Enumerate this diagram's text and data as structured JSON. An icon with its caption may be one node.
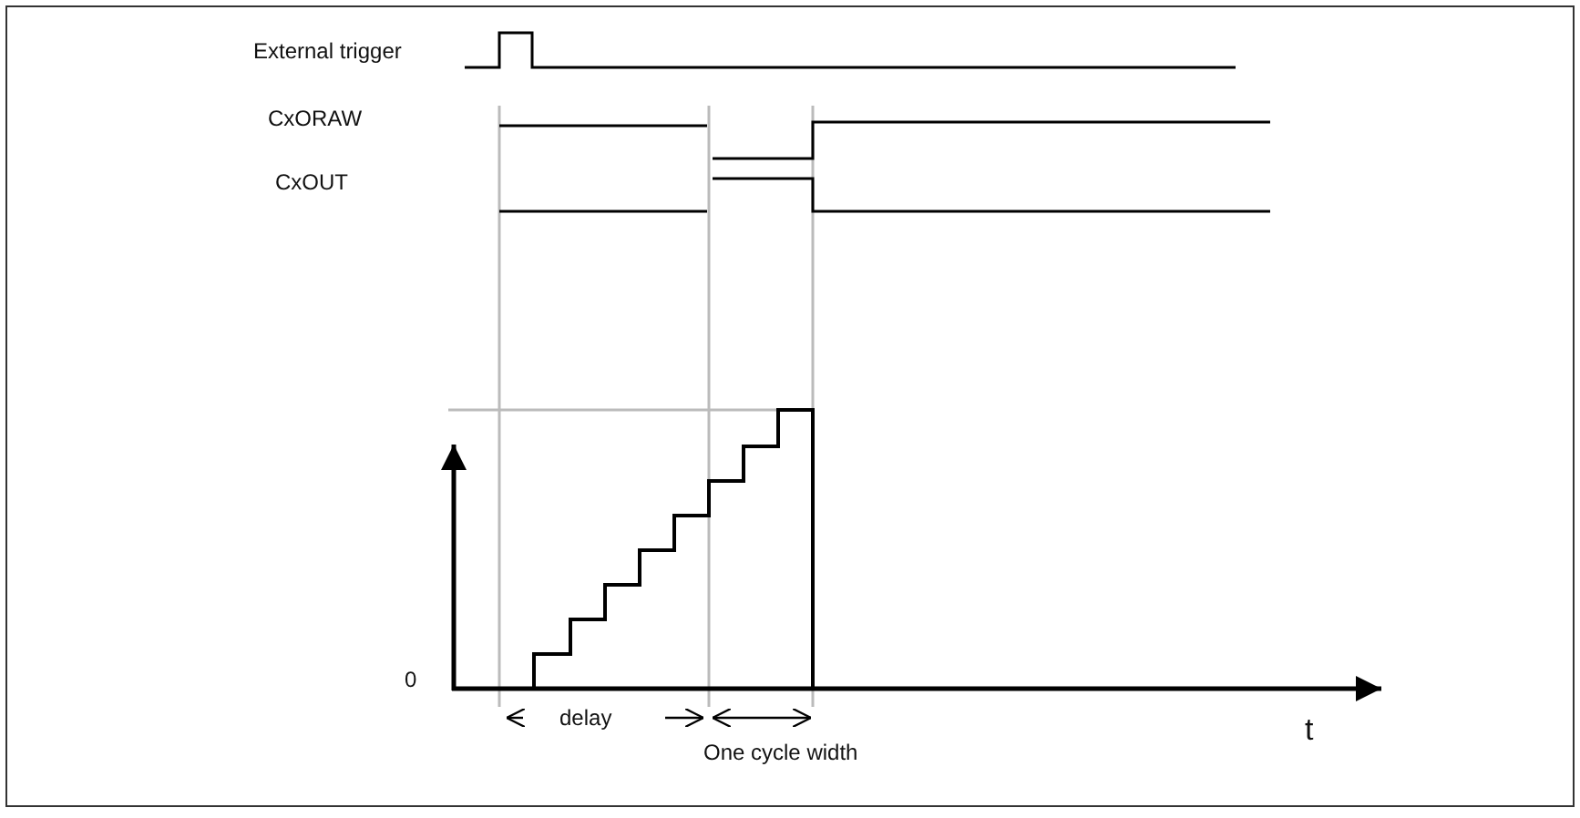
{
  "diagram": {
    "labels": [
      "External trigger",
      "CxORAW",
      "CxOUT",
      "0",
      "delay",
      "One cycle width",
      "t"
    ]
  }
}
